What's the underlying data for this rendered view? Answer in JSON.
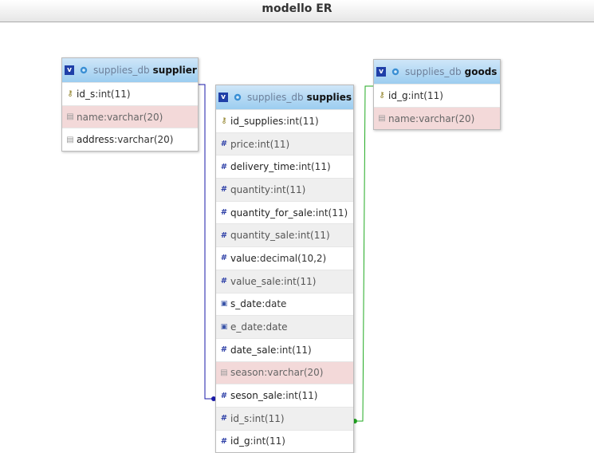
{
  "title": "modello ER",
  "tables": {
    "supplier": {
      "db": "supplies_db",
      "name": "supplier",
      "columns": [
        {
          "name": "id_s",
          "type": "int(11)",
          "icon": "key-icon"
        },
        {
          "name": "name",
          "type": "varchar(20)",
          "icon": "string-icon"
        },
        {
          "name": "address",
          "type": "varchar(20)",
          "icon": "string-icon"
        }
      ]
    },
    "supplies": {
      "db": "supplies_db",
      "name": "supplies",
      "columns": [
        {
          "name": "id_supplies",
          "type": "int(11)",
          "icon": "key-icon"
        },
        {
          "name": "price",
          "type": "int(11)",
          "icon": "number-icon"
        },
        {
          "name": "delivery_time",
          "type": "int(11)",
          "icon": "number-icon"
        },
        {
          "name": "quantity",
          "type": "int(11)",
          "icon": "number-icon"
        },
        {
          "name": "quantity_for_sale",
          "type": "int(11)",
          "icon": "number-icon"
        },
        {
          "name": "quantity_sale",
          "type": "int(11)",
          "icon": "number-icon"
        },
        {
          "name": "value",
          "type": "decimal(10,2)",
          "icon": "number-icon"
        },
        {
          "name": "value_sale",
          "type": "int(11)",
          "icon": "number-icon"
        },
        {
          "name": "s_date",
          "type": "date",
          "icon": "date-icon"
        },
        {
          "name": "e_date",
          "type": "date",
          "icon": "date-icon"
        },
        {
          "name": "date_sale",
          "type": "int(11)",
          "icon": "number-icon"
        },
        {
          "name": "season",
          "type": "varchar(20)",
          "icon": "string-icon"
        },
        {
          "name": "seson_sale",
          "type": "int(11)",
          "icon": "number-icon"
        },
        {
          "name": "id_s",
          "type": "int(11)",
          "icon": "number-icon"
        },
        {
          "name": "id_g",
          "type": "int(11)",
          "icon": "number-icon"
        }
      ]
    },
    "goods": {
      "db": "supplies_db",
      "name": "goods",
      "columns": [
        {
          "name": "id_g",
          "type": "int(11)",
          "icon": "key-icon"
        },
        {
          "name": "name",
          "type": "varchar(20)",
          "icon": "string-icon"
        }
      ]
    }
  },
  "toggle_label": "v",
  "colors": {
    "relation_supplier": "#1a1aa8",
    "relation_goods": "#22aa22",
    "header": "#9ccdf0"
  }
}
